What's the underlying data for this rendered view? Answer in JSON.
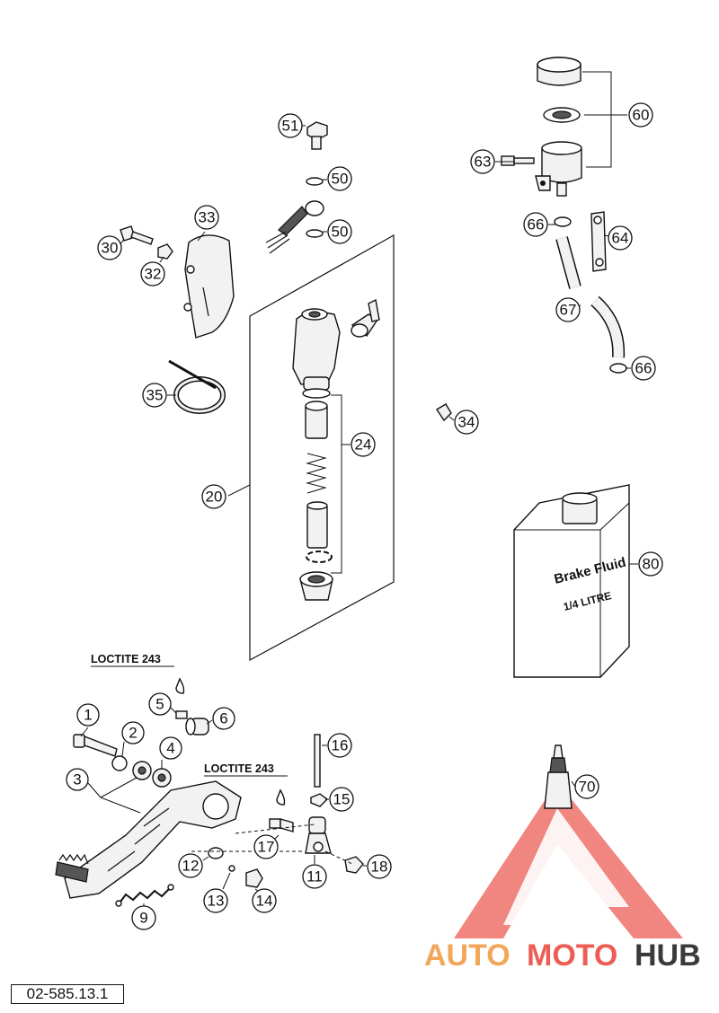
{
  "callouts": {
    "c51": "51",
    "c50a": "50",
    "c50b": "50",
    "c60": "60",
    "c63": "63",
    "c66a": "66",
    "c64": "64",
    "c67": "67",
    "c66b": "66",
    "c33": "33",
    "c30": "30",
    "c32": "32",
    "c35": "35",
    "c24": "24",
    "c20": "20",
    "c34": "34",
    "c80": "80",
    "c1": "1",
    "c2": "2",
    "c3": "3",
    "c4": "4",
    "c5": "5",
    "c6": "6",
    "c16": "16",
    "c15": "15",
    "c17": "17",
    "c11": "11",
    "c18": "18",
    "c12": "12",
    "c13": "13",
    "c14": "14",
    "c9": "9",
    "c70": "70"
  },
  "loctite": {
    "top": "LOCTITE 243",
    "mid": "LOCTITE 243"
  },
  "bottle": {
    "line1": "Brake Fluid",
    "line2": "1/4 LITRE"
  },
  "watermark": {
    "auto": "AUTO",
    "moto": "MOTO",
    "hub": "HUB"
  },
  "part_code": "02-585.13.1",
  "colors": {
    "watermark_red": "#ec5e55",
    "watermark_orange": "#f2a65a",
    "watermark_dark": "#3a3a3a",
    "line": "#111111"
  }
}
